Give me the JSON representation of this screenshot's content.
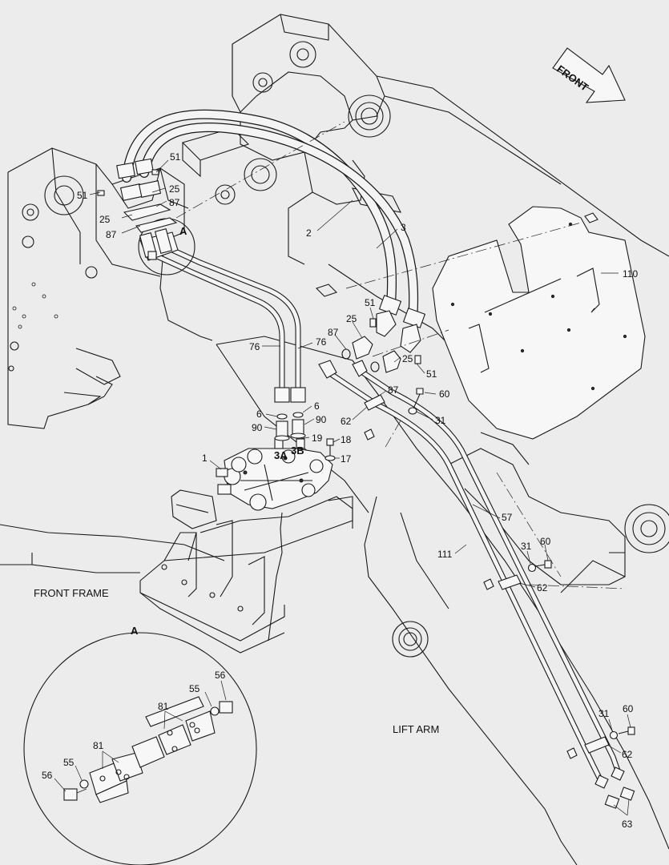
{
  "orientation": {
    "label": "FRONT"
  },
  "captions": {
    "front_frame": "FRONT FRAME",
    "lift_arm": "LIFT ARM"
  },
  "detail_view": {
    "title": "A",
    "callout": "A"
  },
  "part_numbers": {
    "p1": "1",
    "p2": "2",
    "p3": "3",
    "p3a": "3A",
    "p3b": "3B",
    "p6a": "6",
    "p6b": "6",
    "p17": "17",
    "p18": "18",
    "p19": "19",
    "p25a": "25",
    "p25b": "25",
    "p25c": "25",
    "p25d": "25",
    "p31a": "31",
    "p31b": "31",
    "p31c": "31",
    "p51a": "51",
    "p51b": "51",
    "p51c": "51",
    "p51d": "51",
    "p55a": "55",
    "p55b": "55",
    "p56a": "56",
    "p56b": "56",
    "p57": "57",
    "p60a": "60",
    "p60b": "60",
    "p60c": "60",
    "p62a": "62",
    "p62b": "62",
    "p62c": "62",
    "p63": "63",
    "p76a": "76",
    "p76b": "76",
    "p81a": "81",
    "p81b": "81",
    "p87a": "87",
    "p87b": "87",
    "p87c": "87",
    "p87d": "87",
    "p90a": "90",
    "p90b": "90",
    "p110": "110",
    "p111": "111"
  }
}
